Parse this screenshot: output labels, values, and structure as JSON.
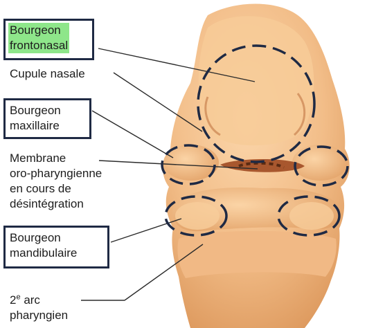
{
  "labels": {
    "frontonasal": [
      "Bourgeon",
      "frontonasal"
    ],
    "cupule": [
      "Cupule nasale"
    ],
    "maxillaire": [
      "Bourgeon",
      "maxillaire"
    ],
    "membrane": [
      "Membrane",
      "oro-pharyngienne",
      "en cours de",
      "désintégration"
    ],
    "mandibulaire": [
      "Bourgeon",
      "mandibulaire"
    ],
    "arc_number": "2",
    "arc_superscript": "e",
    "arc_rest": " arc",
    "arc_line2": "pharyngien"
  },
  "colors": {
    "skin": "#f3c08e",
    "skin_shadow": "#d9925a",
    "highlight": "#8ee68a",
    "box_border": "#1f2a44",
    "dashed_circle": "#1f2a44",
    "leader_line": "#2b2b2b"
  }
}
